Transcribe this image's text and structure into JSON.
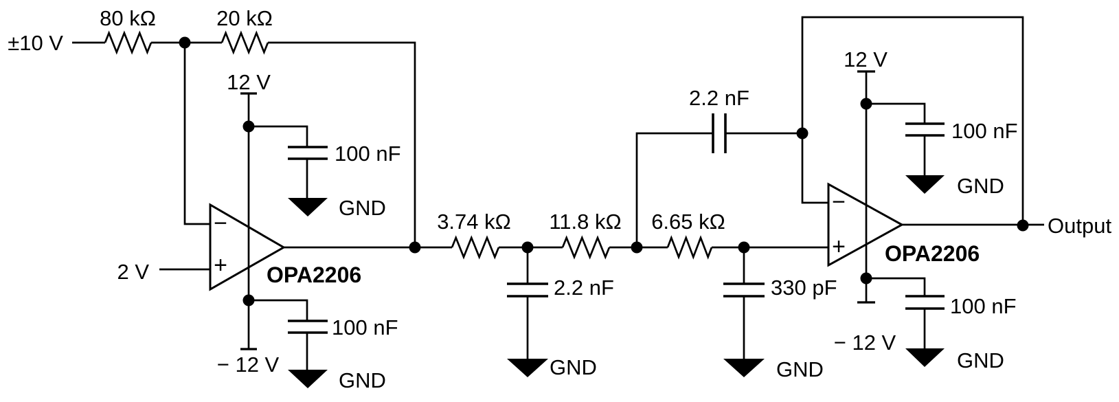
{
  "schematic": {
    "source_label": "±10 V",
    "vin2_label": "2 V",
    "output_label": "Output",
    "gnd_label": "GND",
    "resistors": {
      "r1": "80 kΩ",
      "r2": "20 kΩ",
      "r3": "3.74 kΩ",
      "r4": "11.8 kΩ",
      "r5": "6.65 kΩ"
    },
    "capacitors": {
      "c_vpos1": "100 nF",
      "c_vneg1": "100 nF",
      "c_filter1": "2.2 nF",
      "c_feedback": "2.2 nF",
      "c_filter2": "330 pF",
      "c_vpos2": "100 nF",
      "c_vneg2": "100 nF"
    },
    "supplies": {
      "vpos1": "12 V",
      "vneg1": "− 12 V",
      "vpos2": "12 V",
      "vneg2": "− 12 V"
    },
    "opamps": {
      "u1": {
        "part": "OPA2206",
        "inv": "−",
        "noninv": "+"
      },
      "u2": {
        "part": "OPA2206",
        "inv": "−",
        "noninv": "+"
      }
    }
  }
}
